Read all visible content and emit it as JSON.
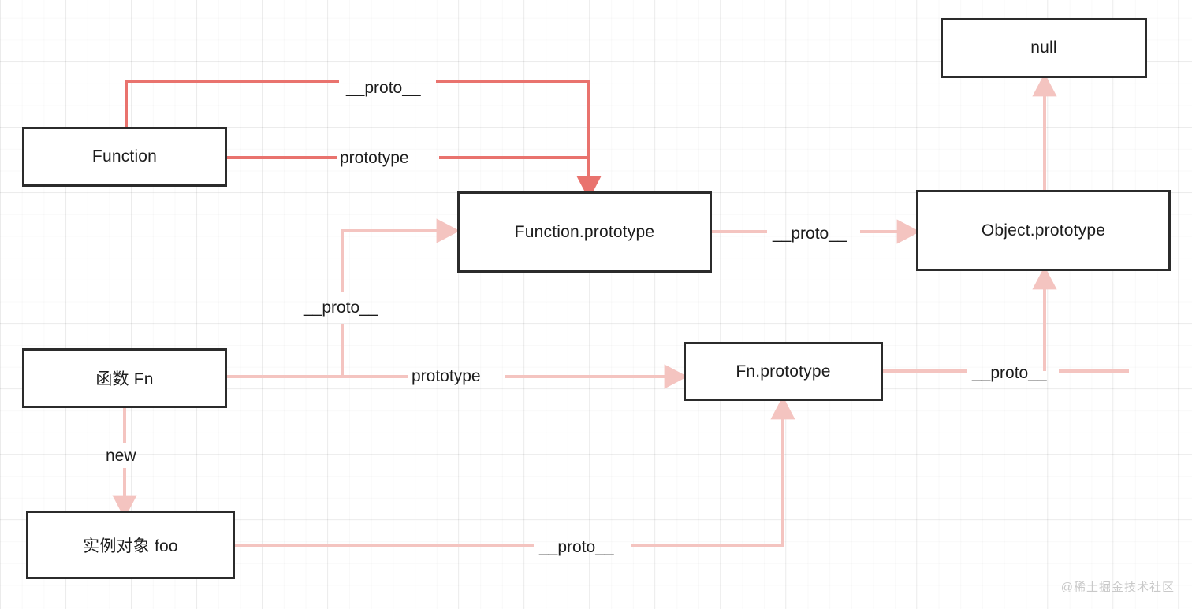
{
  "diagram": {
    "title": "JavaScript prototype chain diagram",
    "colors": {
      "node_border": "#2b2b2b",
      "node_fill": "#ffffff",
      "edge_strong": "#e9736e",
      "edge_soft": "#f4c4c0",
      "text": "#1c1c1c",
      "grid": "#ededed",
      "watermark": "#c9c9c9"
    },
    "nodes": [
      {
        "id": "function",
        "label": "Function"
      },
      {
        "id": "function-prototype",
        "label": "Function.prototype"
      },
      {
        "id": "object-prototype",
        "label": "Object.prototype"
      },
      {
        "id": "null",
        "label": "null"
      },
      {
        "id": "fn",
        "label": "函数 Fn"
      },
      {
        "id": "fn-prototype",
        "label": "Fn.prototype"
      },
      {
        "id": "foo",
        "label": "实例对象 foo"
      }
    ],
    "edges": [
      {
        "id": "function-proto",
        "label": "__proto__",
        "from": "function",
        "to": "function-prototype",
        "style": "strong"
      },
      {
        "id": "function-prototype-link",
        "label": "prototype",
        "from": "function",
        "to": "function-prototype",
        "style": "strong"
      },
      {
        "id": "function-prototype-proto",
        "label": "__proto__",
        "from": "function-prototype",
        "to": "object-prototype",
        "style": "soft"
      },
      {
        "id": "object-prototype-proto",
        "label": "",
        "from": "object-prototype",
        "to": "null",
        "style": "soft"
      },
      {
        "id": "fn-proto",
        "label": "__proto__",
        "from": "fn",
        "to": "function-prototype",
        "style": "soft"
      },
      {
        "id": "fn-prototype-link",
        "label": "prototype",
        "from": "fn",
        "to": "fn-prototype",
        "style": "soft"
      },
      {
        "id": "fn-prototype-proto",
        "label": "__proto__",
        "from": "fn-prototype",
        "to": "object-prototype",
        "style": "soft"
      },
      {
        "id": "fn-new-foo",
        "label": "new",
        "from": "fn",
        "to": "foo",
        "style": "soft"
      },
      {
        "id": "foo-proto",
        "label": "__proto__",
        "from": "foo",
        "to": "fn-prototype",
        "style": "soft"
      }
    ],
    "watermark": "@稀土掘金技术社区"
  }
}
